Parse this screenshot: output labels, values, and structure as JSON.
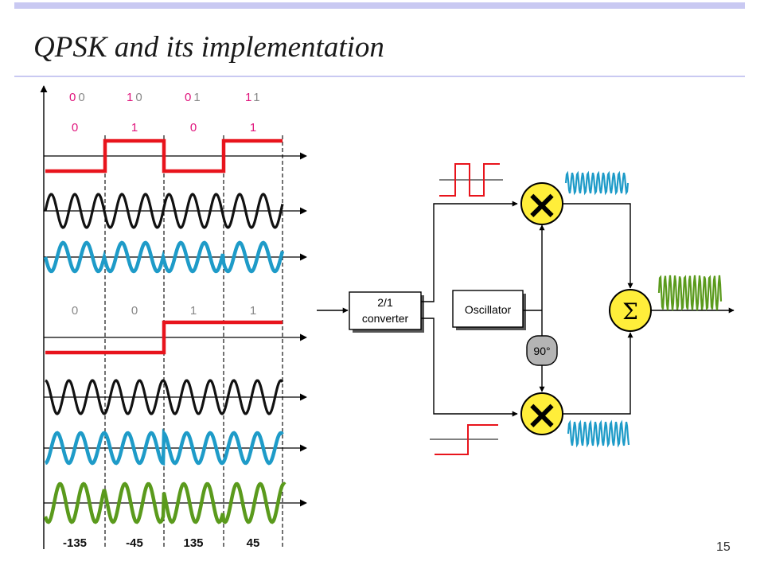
{
  "slide": {
    "title": "QPSK and its implementation",
    "page_number": "15"
  },
  "waveform": {
    "dibits": [
      {
        "first": "0",
        "second": "0"
      },
      {
        "first": "1",
        "second": "0"
      },
      {
        "first": "0",
        "second": "1"
      },
      {
        "first": "1",
        "second": "1"
      }
    ],
    "i_bits": [
      "0",
      "1",
      "0",
      "1"
    ],
    "q_bits": [
      "0",
      "0",
      "1",
      "1"
    ],
    "phases": [
      "-135",
      "-45",
      "135",
      "45"
    ]
  },
  "modulator": {
    "converter_line1": "2/1",
    "converter_line2": "converter",
    "oscillator_label": "Oscillator",
    "phase_shift_label": "90°",
    "multiplier_symbol": "×",
    "summer_symbol": "Σ"
  },
  "colors": {
    "signal_red": "#e8141c",
    "carrier_black": "#111111",
    "modulated_blue": "#1e9bc8",
    "sum_green": "#5a9a1c",
    "bit_magenta": "#e0147c",
    "bit_gray": "#888888",
    "node_yellow": "#ffee3a",
    "shift_gray": "#b4b4b4"
  }
}
